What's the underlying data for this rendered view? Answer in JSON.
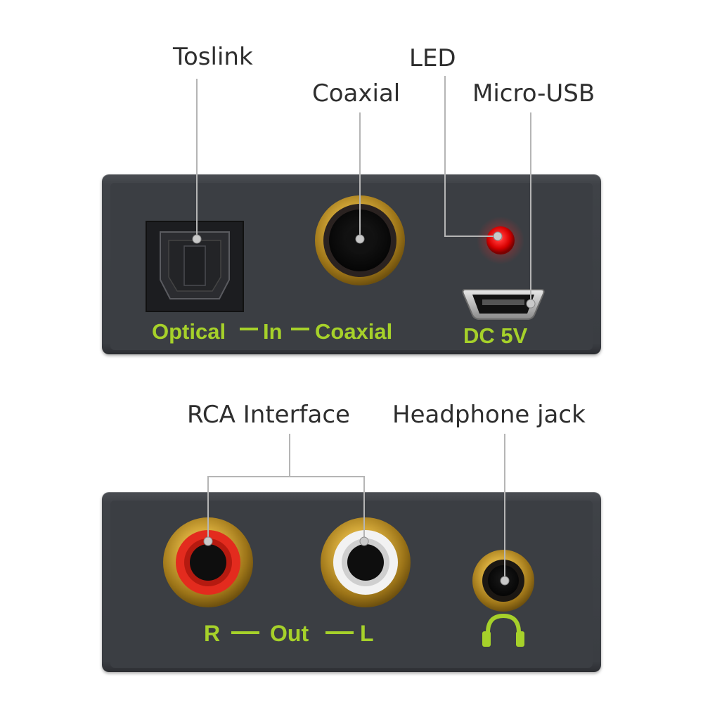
{
  "callouts": {
    "toslink": "Toslink",
    "coaxial": "Coaxial",
    "led": "LED",
    "micro_usb": "Micro-USB",
    "rca_interface": "RCA Interface",
    "headphone_jack": "Headphone jack"
  },
  "input_panel": {
    "label_optical": "Optical",
    "label_in": "In",
    "label_coaxial": "Coaxial",
    "label_dc": "DC 5V"
  },
  "output_panel": {
    "label_r": "R",
    "label_out": "Out",
    "label_l": "L",
    "headphone_icon": "headphone-icon"
  },
  "colors": {
    "label_green": "#a6d12a",
    "led_red": "#ff2020",
    "gold": "#c9a227",
    "rca_right": "#e32b1e",
    "rca_left": "#f2f2f2"
  }
}
